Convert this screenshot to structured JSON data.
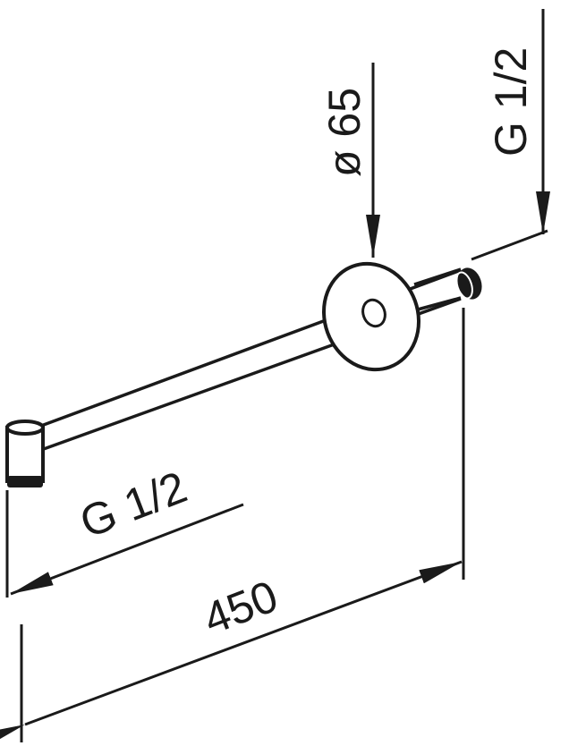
{
  "drawing": {
    "ink_color": "#1a1a1a",
    "background": "#ffffff",
    "labels": {
      "outlet_thread": "G 1/2",
      "rosette_diameter": "ø 65",
      "inlet_thread": "G 1/2",
      "length": "450"
    }
  }
}
